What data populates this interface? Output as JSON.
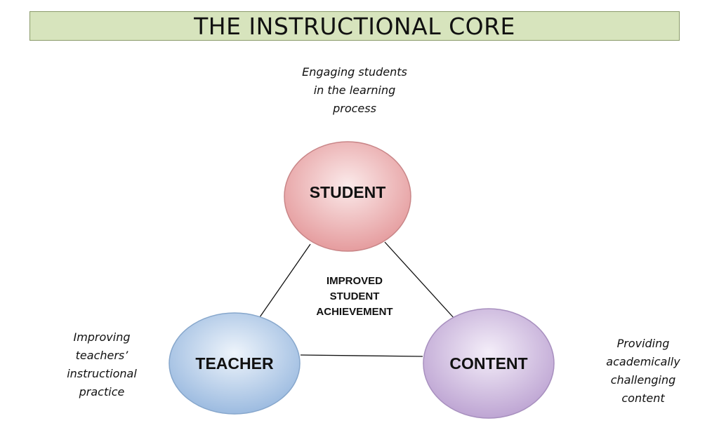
{
  "title": "THE INSTRUCTIONAL CORE",
  "colors": {
    "banner": "#d7e4bd",
    "student": "#e7a9aa",
    "teacher": "#a9c3e3",
    "content": "#c9b3d9"
  },
  "nodes": {
    "student": {
      "label": "STUDENT"
    },
    "teacher": {
      "label": "TEACHER"
    },
    "content": {
      "label": "CONTENT"
    }
  },
  "center": {
    "lines": [
      "IMPROVED",
      "STUDENT",
      "ACHIEVEMENT"
    ]
  },
  "captions": {
    "student": [
      "Engaging students",
      "in the learning",
      "process"
    ],
    "teacher": [
      "Improving",
      "teachers’",
      "instructional",
      "practice"
    ],
    "content": [
      "Providing",
      "academically",
      "challenging",
      "content"
    ]
  }
}
